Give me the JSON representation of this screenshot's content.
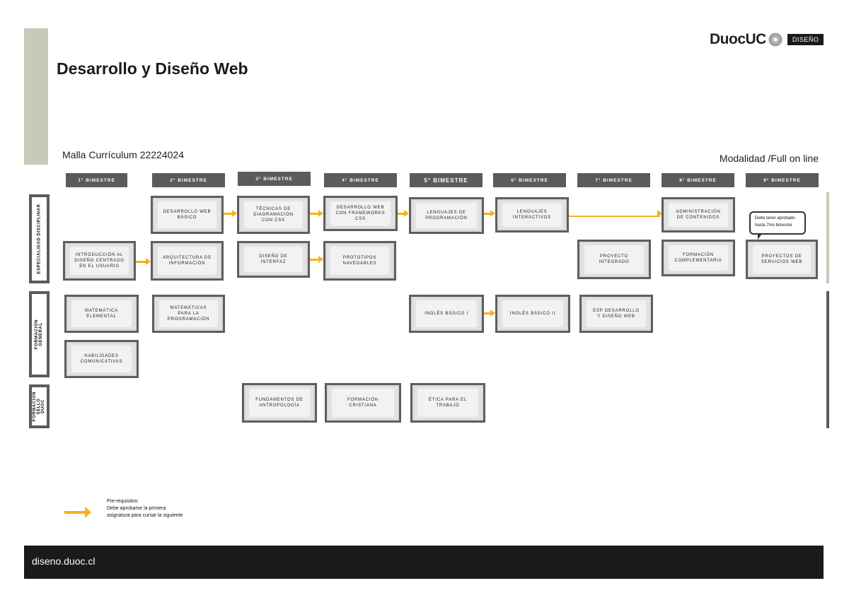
{
  "header": {
    "title": "Desarrollo y Diseño Web",
    "subtitle": "Malla Currículum 22224024",
    "modalidad": "Modalidad /Full on line",
    "logo_text": "DuocUC",
    "logo_tag": "DISEÑO"
  },
  "bimestres": [
    "1° BIMESTRE",
    "2° BIMESTRE",
    "3° BIMESTRE",
    "4° BIMESTRE",
    "5° BIMESTRE",
    "6° BIMESTRE",
    "7° BIMESTRE",
    "8° BIMESTRE",
    "9° BIMESTRE"
  ],
  "rows": {
    "disciplinar": "ESPECIALIDAD DISCIPLINAR",
    "general": "FORMACIÓN GENERAL",
    "sello": "FORMACIÓN SELLO DUOC"
  },
  "courses": {
    "desarrollo_web_basico": "DESARROLLO WEB BÁSICO",
    "tecnicas_diagramacion": "TÉCNICAS DE DIAGRAMACIÓN CON CSS",
    "desarrollo_frameworks": "DESARROLLO WEB CON FRAMEWORKS CSS",
    "lenguajes_programacion": "LENGUAJES DE PROGRAMACIÓN",
    "lenguajes_interactivos": "LENGUAJES INTERACTIVOS",
    "administracion_contenidos": "ADMINISTRACIÓN DE CONTENIDOS",
    "introduccion_diseno": "INTRODUCCIÓN AL DISEÑO CENTRADO EN EL USUARIO",
    "arquitectura_informacion": "ARQUITECTURA DE INFORMACIÓN",
    "diseno_interfaz": "DISEÑO DE INTERFAZ",
    "prototipos_navegables": "PROTOTIPOS NAVEGABLES",
    "proyecto_integrado": "PROYECTO INTEGRADO",
    "formacion_complementaria": "FORMACIÓN COMPLEMENTARIA",
    "proyectos_servicios_web": "PROYECTOS DE SERVICIOS WEB",
    "matematica_elemental": "MATEMÁTICA ELEMENTAL",
    "matematicas_programacion": "MATEMÁTICAS PARA LA PROGRAMACIÓN",
    "ingles_basico_1": "INGLÉS BÁSICO I",
    "ingles_basico_2": "INGLÉS BÁSICO II",
    "esp_desarrollo": "ESP DESARROLLO Y DISEÑO WEB",
    "habilidades_comunicativas": "HABILIDADES COMUNICATIVAS",
    "fundamentos_antropologia": "FUNDAMENTOS DE ANTROPOLOGÍA",
    "formacion_cristiana": "FORMACIÓN CRISTIANA",
    "etica_trabajo": "ÉTICA PARA EL TRABAJO"
  },
  "bubble_note": "Debe tener aprobado hasta 7mo bimestre",
  "legend": {
    "title": "Pre-requisitos:",
    "text": "Debe aprobarse la primera asignatura para cursar la siguiente"
  },
  "footer": {
    "url": "diseno.duoc.cl"
  },
  "colors": {
    "accent_arrow": "#f2b31a",
    "header_bar": "#5b5b5b",
    "footer_bg": "#1a1a1a"
  }
}
